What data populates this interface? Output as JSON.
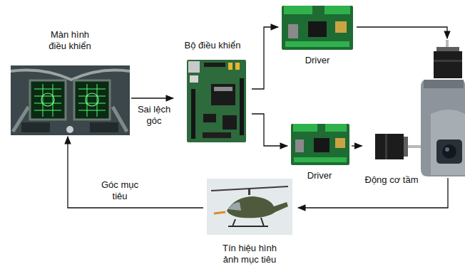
{
  "diagram": {
    "nodes": [
      {
        "text": [
          "Màn hình điều khiển"
        ]
      },
      {
        "text": [
          "Bộ điều khiển"
        ]
      },
      {
        "text": [
          "Driver"
        ]
      },
      {
        "text": [
          "Driver"
        ]
      },
      {
        "text": [
          "Động cơ tầm"
        ]
      },
      {
        "text": [
          "Tín hiệu hình ảnh mục tiêu"
        ]
      }
    ],
    "edges": [
      {
        "from": 0,
        "to": 1,
        "label": "Sai lệch góc",
        "arrow": "to"
      },
      {
        "from": 1,
        "to": 2,
        "arrow": "to"
      },
      {
        "from": 1,
        "to": 3,
        "arrow": "to"
      },
      {
        "from": 3,
        "to": 4,
        "arrow": "to"
      },
      {
        "from": 5,
        "to": 0,
        "label": "Góc mục tiêu",
        "arrow": "to"
      }
    ]
  }
}
